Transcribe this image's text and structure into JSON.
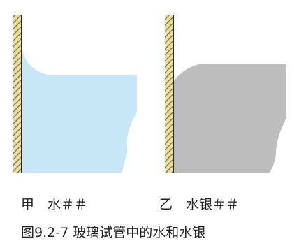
{
  "panels": [
    {
      "label": "甲　水＃＃",
      "liquid_color": "#c7e7f7"
    },
    {
      "label": "乙　水银＃＃",
      "liquid_color": "#bdbdbd"
    }
  ],
  "caption": "图9.2-7 玻璃试管中的水和水银",
  "colors": {
    "wall_fill": "#e7dfa4",
    "wall_hatch": "#7a6a32",
    "wall_edge": "#2c2c2c"
  }
}
